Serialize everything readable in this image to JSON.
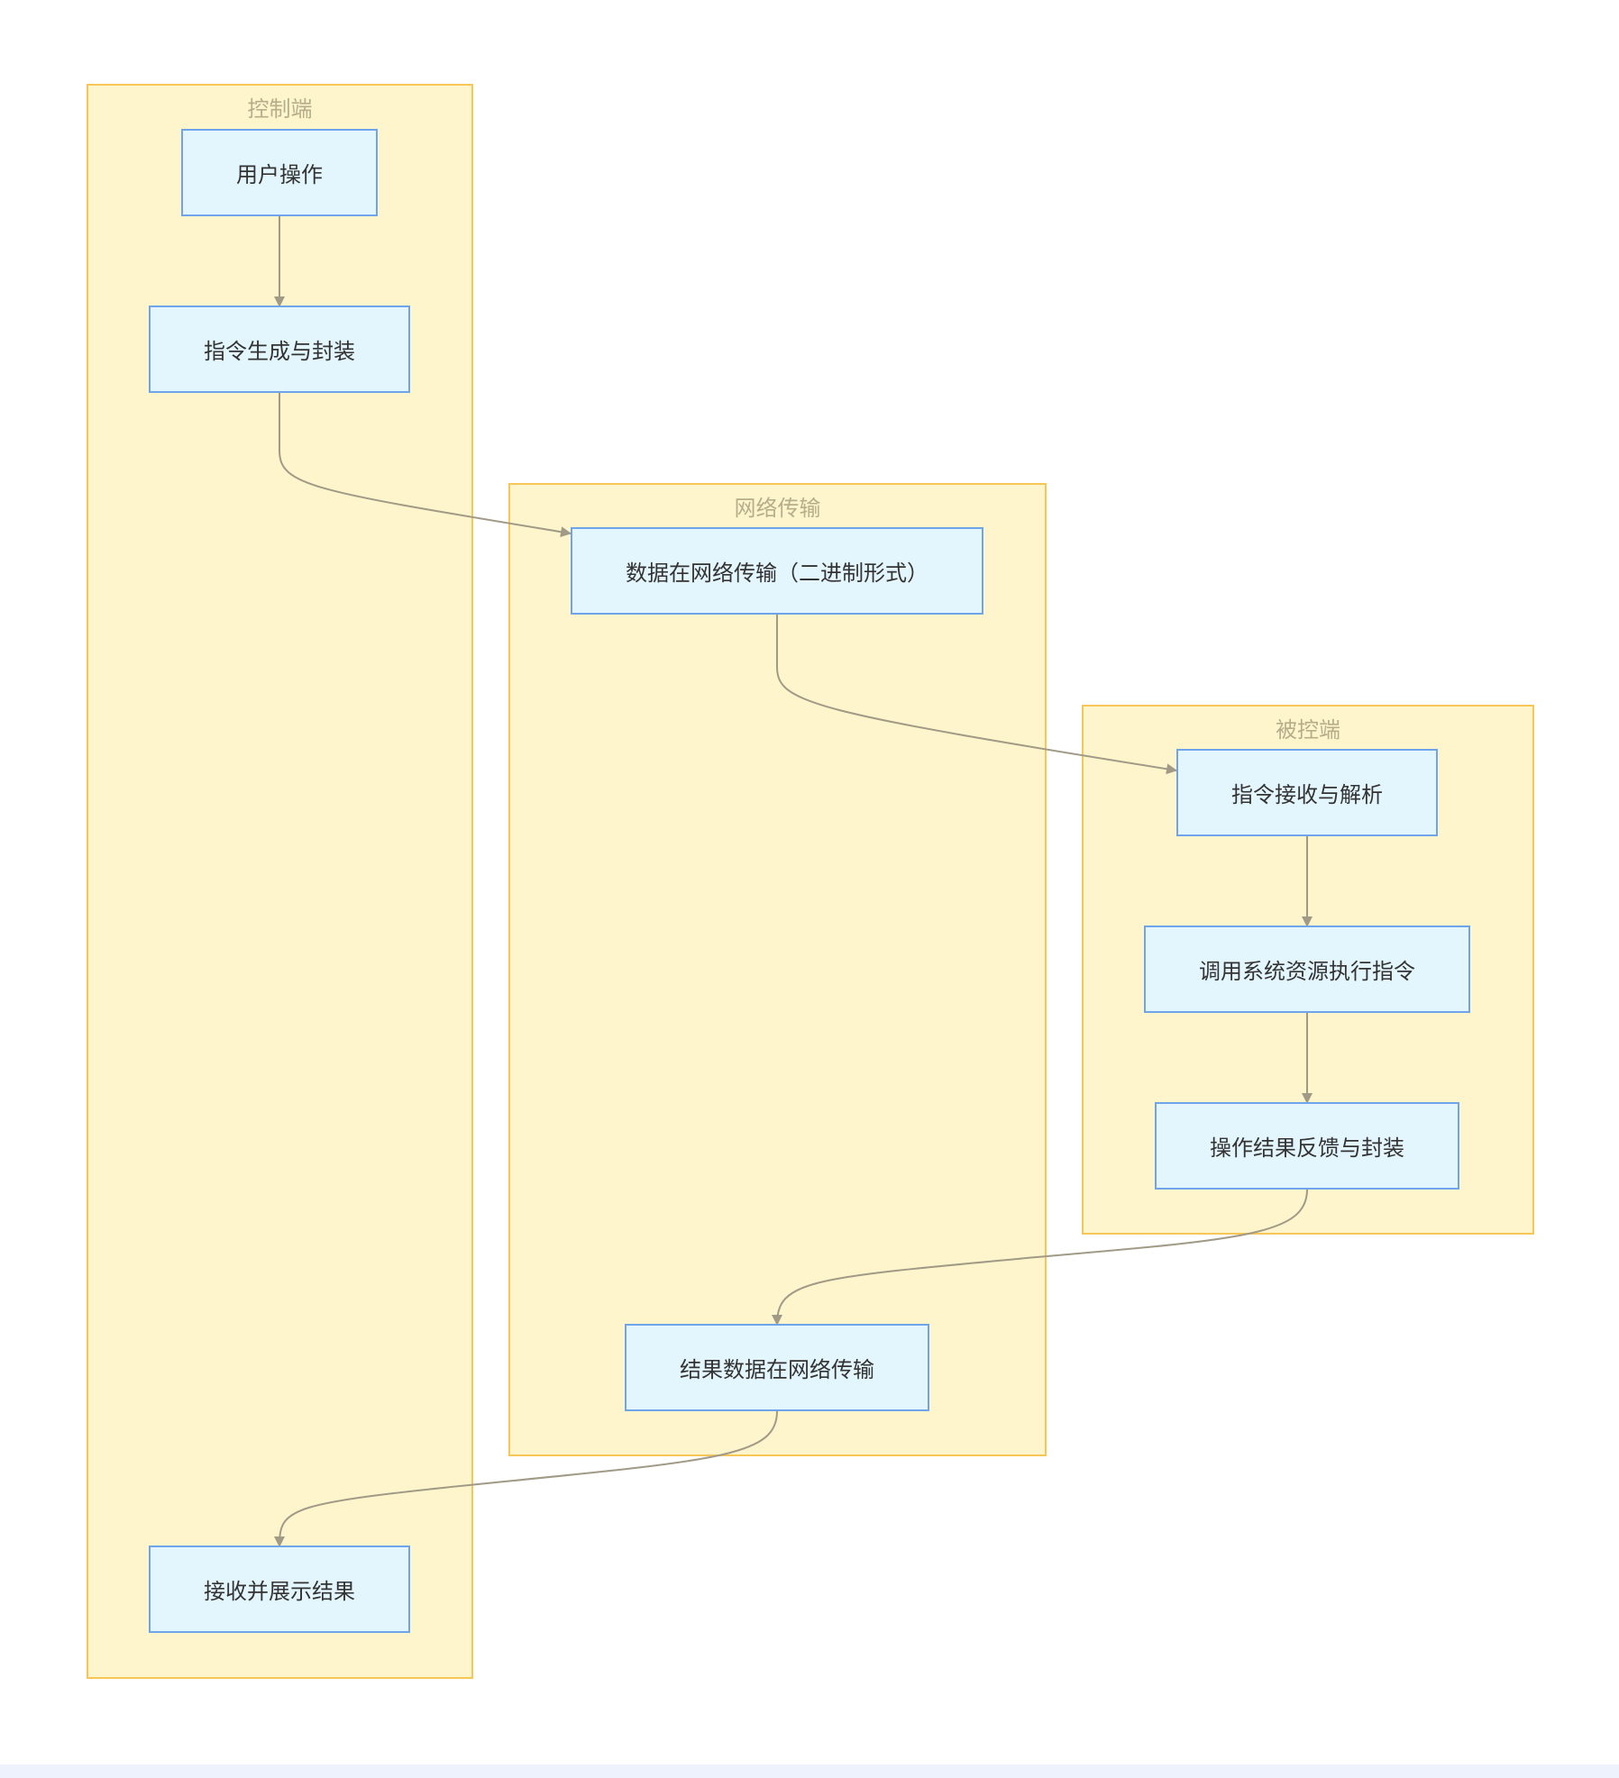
{
  "diagram": {
    "groups": {
      "control": {
        "title": "控制端"
      },
      "network": {
        "title": "网络传输"
      },
      "controlled": {
        "title": "被控端"
      }
    },
    "nodes": {
      "user_op": "用户操作",
      "cmd_gen": "指令生成与封装",
      "net_data": "数据在网络传输（二进制形式）",
      "cmd_recv": "指令接收与解析",
      "exec": "调用系统资源执行指令",
      "result_pack": "操作结果反馈与封装",
      "result_net": "结果数据在网络传输",
      "show_result": "接收并展示结果"
    },
    "edges": [
      [
        "user_op",
        "cmd_gen"
      ],
      [
        "cmd_gen",
        "net_data"
      ],
      [
        "net_data",
        "cmd_recv"
      ],
      [
        "cmd_recv",
        "exec"
      ],
      [
        "exec",
        "result_pack"
      ],
      [
        "result_pack",
        "result_net"
      ],
      [
        "result_net",
        "show_result"
      ]
    ],
    "colors": {
      "group_fill": "#fff5cc",
      "group_border": "#f6c657",
      "node_fill": "#e3f5fd",
      "node_border": "#6fa3ea",
      "edge": "#a09a86"
    }
  }
}
